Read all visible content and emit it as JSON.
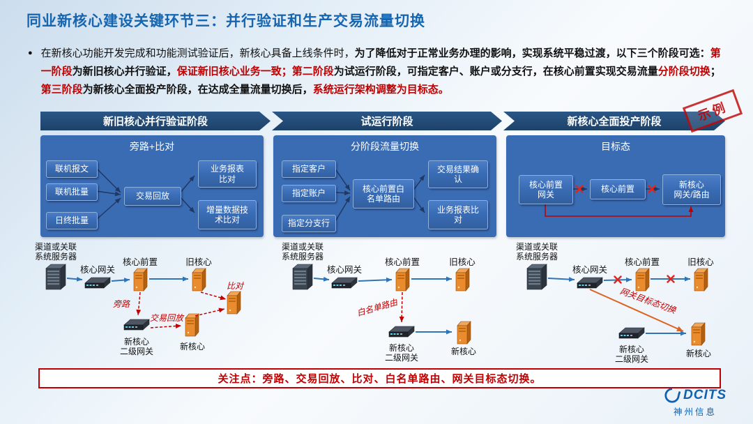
{
  "title": "同业新核心建设关键环节三：并行验证和生产交易流量切换",
  "intro": {
    "bullet": "●",
    "segments": [
      {
        "text": "在新核心功能开发完成和功能测试验证后，新核心具备上线条件时，",
        "style": "plain"
      },
      {
        "text": "为了降低对于正常业务办理的影响，实现系统平稳过渡，以下三个阶段可选：",
        "style": "bold"
      },
      {
        "text": "第一阶段",
        "style": "redbold"
      },
      {
        "text": "为新旧核心并行验证，",
        "style": "bold"
      },
      {
        "text": "保证新旧核心业务一致；",
        "style": "redbold"
      },
      {
        "text": "第二阶段",
        "style": "redbold"
      },
      {
        "text": "为试运行阶段，可指定客户、账户或分支行，在核心前置实现交易流量",
        "style": "bold"
      },
      {
        "text": "分阶段切换",
        "style": "redbold"
      },
      {
        "text": "；",
        "style": "bold"
      },
      {
        "text": "第三阶段",
        "style": "redbold"
      },
      {
        "text": "为新核心全面投产阶段，在达成全量流量切换后，",
        "style": "bold"
      },
      {
        "text": "系统运行架构调整为目标态。",
        "style": "redbold"
      }
    ]
  },
  "stamp": "示例",
  "banners": [
    {
      "label": "新旧核心并行验证阶段"
    },
    {
      "label": "试运行阶段"
    },
    {
      "label": "新核心全面投产阶段"
    }
  ],
  "panel1": {
    "title": "旁路+比对",
    "left": [
      "联机报文",
      "联机批量",
      "日终批量"
    ],
    "mid": "交易回放",
    "right1a": "业务报表",
    "right1b": "比对",
    "right2a": "增量数据技",
    "right2b": "术比对"
  },
  "panel2": {
    "title": "分阶段流量切换",
    "left": [
      "指定客户",
      "指定账户",
      "指定分支行"
    ],
    "mid1": "核心前置白",
    "mid2": "名单路由",
    "right1a": "交易结果确",
    "right1b": "认",
    "right2a": "业务报表比",
    "right2b": "对"
  },
  "panel3": {
    "title": "目标态",
    "box1a": "核心前置",
    "box1b": "网关",
    "box2": "核心前置",
    "box3a": "新核心",
    "box3b": "网关/路由"
  },
  "diagram1": {
    "source1": "渠道或关联",
    "source2": "系统服务器",
    "gateway": "核心网关",
    "frontend": "核心前置",
    "old_core": "旧核心",
    "bypass": "旁路",
    "replay": "交易回放",
    "compare": "比对",
    "subgw1": "新核心",
    "subgw2": "二级网关",
    "new_core": "新核心"
  },
  "diagram2": {
    "source1": "渠道或关联",
    "source2": "系统服务器",
    "gateway": "核心网关",
    "frontend": "核心前置",
    "old_core": "旧核心",
    "route": "白名单路由",
    "subgw1": "新核心",
    "subgw2": "二级网关",
    "new_core": "新核心"
  },
  "diagram3": {
    "source1": "渠道或关联",
    "source2": "系统服务器",
    "gateway": "核心网关",
    "frontend": "核心前置",
    "old_core": "旧核心",
    "switch_note": "网关目标态切换",
    "subgw1": "新核心",
    "subgw2": "二级网关",
    "new_core": "新核心"
  },
  "note": "关注点：旁路、交易回放、比对、白名单路由、网关目标态切换。",
  "logo": {
    "brand": "DCITS",
    "company": "神州信息"
  }
}
